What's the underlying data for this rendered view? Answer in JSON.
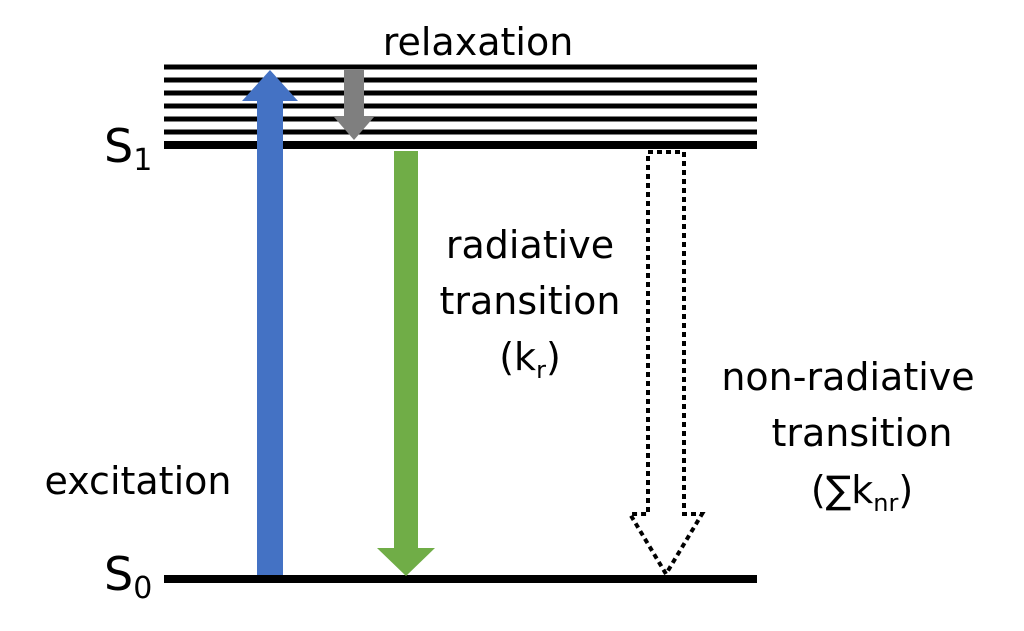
{
  "levels": {
    "s1": {
      "symbol": "S",
      "subscript": "1"
    },
    "s0": {
      "symbol": "S",
      "subscript": "0"
    }
  },
  "arrows": {
    "relaxation": {
      "label": "relaxation",
      "color": "#7f7f7f"
    },
    "excitation": {
      "label": "excitation",
      "color": "#4472c4"
    },
    "radiative": {
      "label_line1": "radiative",
      "label_line2": "transition",
      "rate_open": "(k",
      "rate_sub": "r",
      "rate_close": ")",
      "color": "#70ad47"
    },
    "non_radiative": {
      "label_line1": "non-radiative",
      "label_line2": "transition",
      "rate_open": "(∑k",
      "rate_sub": "nr",
      "rate_close": ")",
      "color": "#000000",
      "style": "dotted"
    }
  }
}
